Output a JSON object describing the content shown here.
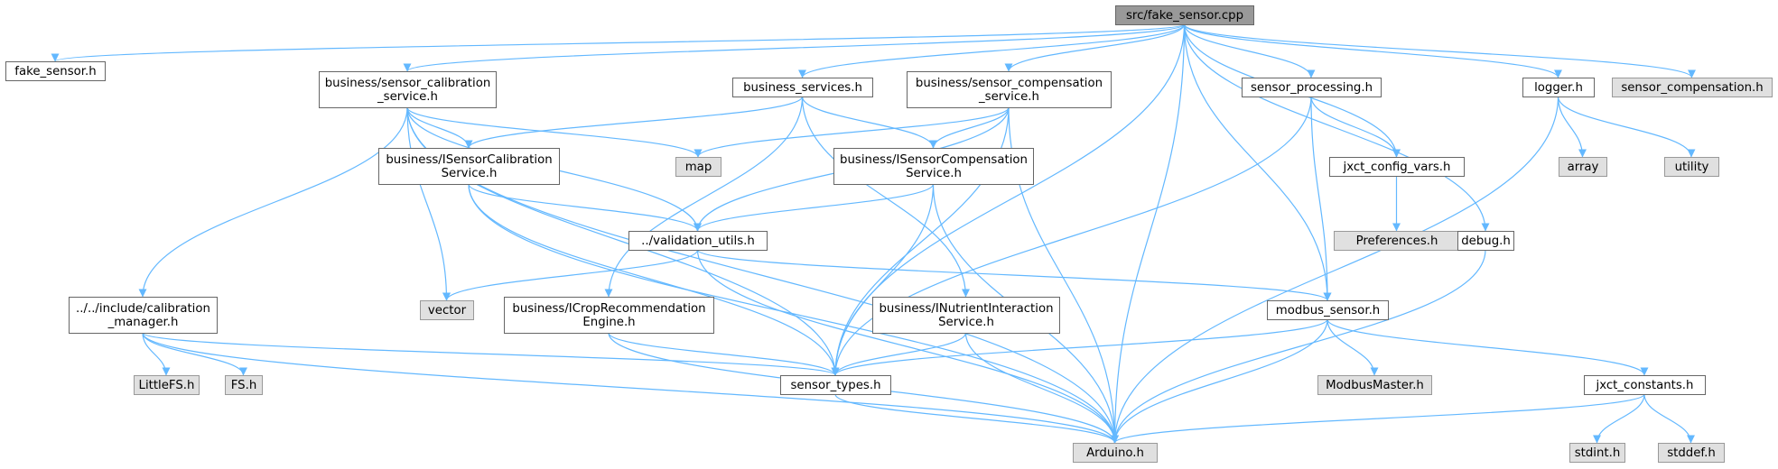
{
  "colors": {
    "edge": "#63b8ff",
    "node_fill": "#ffffff",
    "node_stroke": "#666666",
    "external_fill": "#e0e0e0",
    "external_stroke": "#999999",
    "root_fill": "#999999",
    "root_stroke": "#666666",
    "text": "#000000"
  },
  "nodes": [
    {
      "id": "root",
      "kind": "root",
      "lines": [
        "src/fake_sensor.cpp"
      ]
    },
    {
      "id": "fake_sensor_h",
      "kind": "file",
      "lines": [
        "fake_sensor.h"
      ]
    },
    {
      "id": "sensor_calibration_service",
      "kind": "file",
      "lines": [
        "business/sensor_calibration",
        "_service.h"
      ]
    },
    {
      "id": "business_services",
      "kind": "file",
      "lines": [
        "business_services.h"
      ]
    },
    {
      "id": "sensor_compensation_service",
      "kind": "file",
      "lines": [
        "business/sensor_compensation",
        "_service.h"
      ]
    },
    {
      "id": "sensor_processing",
      "kind": "file",
      "lines": [
        "sensor_processing.h"
      ]
    },
    {
      "id": "logger",
      "kind": "file",
      "lines": [
        "logger.h"
      ]
    },
    {
      "id": "sensor_compensation_h",
      "kind": "external",
      "lines": [
        "sensor_compensation.h"
      ]
    },
    {
      "id": "isensor_calibration",
      "kind": "file",
      "lines": [
        "business/ISensorCalibration",
        "Service.h"
      ]
    },
    {
      "id": "map",
      "kind": "external",
      "lines": [
        "map"
      ]
    },
    {
      "id": "isensor_compensation",
      "kind": "file",
      "lines": [
        "business/ISensorCompensation",
        "Service.h"
      ]
    },
    {
      "id": "jxct_config_vars",
      "kind": "file",
      "lines": [
        "jxct_config_vars.h"
      ]
    },
    {
      "id": "array",
      "kind": "external",
      "lines": [
        "array"
      ]
    },
    {
      "id": "utility",
      "kind": "external",
      "lines": [
        "utility"
      ]
    },
    {
      "id": "validation_utils",
      "kind": "file",
      "lines": [
        "../validation_utils.h"
      ]
    },
    {
      "id": "preferences",
      "kind": "external",
      "lines": [
        "Preferences.h"
      ]
    },
    {
      "id": "debug",
      "kind": "file",
      "lines": [
        "debug.h"
      ]
    },
    {
      "id": "calibration_manager",
      "kind": "file",
      "lines": [
        "../../include/calibration",
        "_manager.h"
      ]
    },
    {
      "id": "vector",
      "kind": "external",
      "lines": [
        "vector"
      ]
    },
    {
      "id": "icrop_engine",
      "kind": "file",
      "lines": [
        "business/ICropRecommendation",
        "Engine.h"
      ]
    },
    {
      "id": "inutrient",
      "kind": "file",
      "lines": [
        "business/INutrientInteraction",
        "Service.h"
      ]
    },
    {
      "id": "modbus_sensor",
      "kind": "file",
      "lines": [
        "modbus_sensor.h"
      ]
    },
    {
      "id": "littlefs",
      "kind": "external",
      "lines": [
        "LittleFS.h"
      ]
    },
    {
      "id": "fs",
      "kind": "external",
      "lines": [
        "FS.h"
      ]
    },
    {
      "id": "sensor_types",
      "kind": "file",
      "lines": [
        "sensor_types.h"
      ]
    },
    {
      "id": "modbusmaster",
      "kind": "external",
      "lines": [
        "ModbusMaster.h"
      ]
    },
    {
      "id": "jxct_constants",
      "kind": "file",
      "lines": [
        "jxct_constants.h"
      ]
    },
    {
      "id": "arduino",
      "kind": "external",
      "lines": [
        "Arduino.h"
      ]
    },
    {
      "id": "stdint",
      "kind": "external",
      "lines": [
        "stdint.h"
      ]
    },
    {
      "id": "stddef",
      "kind": "external",
      "lines": [
        "stddef.h"
      ]
    }
  ],
  "edges": [
    [
      "root",
      "fake_sensor_h"
    ],
    [
      "root",
      "sensor_calibration_service"
    ],
    [
      "root",
      "business_services"
    ],
    [
      "root",
      "sensor_compensation_service"
    ],
    [
      "root",
      "sensor_processing"
    ],
    [
      "root",
      "logger"
    ],
    [
      "root",
      "sensor_compensation_h"
    ],
    [
      "root",
      "jxct_config_vars"
    ],
    [
      "root",
      "debug"
    ],
    [
      "root",
      "modbus_sensor"
    ],
    [
      "root",
      "sensor_types"
    ],
    [
      "root",
      "arduino"
    ],
    [
      "sensor_calibration_service",
      "isensor_calibration"
    ],
    [
      "sensor_calibration_service",
      "map"
    ],
    [
      "sensor_calibration_service",
      "validation_utils"
    ],
    [
      "sensor_calibration_service",
      "vector"
    ],
    [
      "sensor_calibration_service",
      "calibration_manager"
    ],
    [
      "sensor_calibration_service",
      "sensor_types"
    ],
    [
      "sensor_calibration_service",
      "arduino"
    ],
    [
      "business_services",
      "isensor_calibration"
    ],
    [
      "business_services",
      "isensor_compensation"
    ],
    [
      "business_services",
      "icrop_engine"
    ],
    [
      "business_services",
      "inutrient"
    ],
    [
      "sensor_compensation_service",
      "isensor_compensation"
    ],
    [
      "sensor_compensation_service",
      "map"
    ],
    [
      "sensor_compensation_service",
      "validation_utils"
    ],
    [
      "sensor_compensation_service",
      "sensor_types"
    ],
    [
      "sensor_compensation_service",
      "arduino"
    ],
    [
      "sensor_processing",
      "jxct_config_vars"
    ],
    [
      "sensor_processing",
      "modbus_sensor"
    ],
    [
      "sensor_processing",
      "sensor_types"
    ],
    [
      "logger",
      "array"
    ],
    [
      "logger",
      "utility"
    ],
    [
      "logger",
      "arduino"
    ],
    [
      "isensor_calibration",
      "validation_utils"
    ],
    [
      "isensor_calibration",
      "sensor_types"
    ],
    [
      "isensor_calibration",
      "arduino"
    ],
    [
      "isensor_compensation",
      "validation_utils"
    ],
    [
      "isensor_compensation",
      "sensor_types"
    ],
    [
      "isensor_compensation",
      "arduino"
    ],
    [
      "jxct_config_vars",
      "preferences"
    ],
    [
      "validation_utils",
      "vector"
    ],
    [
      "validation_utils",
      "modbus_sensor"
    ],
    [
      "validation_utils",
      "arduino"
    ],
    [
      "debug",
      "arduino"
    ],
    [
      "calibration_manager",
      "littlefs"
    ],
    [
      "calibration_manager",
      "fs"
    ],
    [
      "calibration_manager",
      "sensor_types"
    ],
    [
      "calibration_manager",
      "arduino"
    ],
    [
      "icrop_engine",
      "sensor_types"
    ],
    [
      "icrop_engine",
      "arduino"
    ],
    [
      "inutrient",
      "sensor_types"
    ],
    [
      "inutrient",
      "arduino"
    ],
    [
      "modbus_sensor",
      "sensor_types"
    ],
    [
      "modbus_sensor",
      "modbusmaster"
    ],
    [
      "modbus_sensor",
      "jxct_constants"
    ],
    [
      "modbus_sensor",
      "arduino"
    ],
    [
      "sensor_types",
      "arduino"
    ],
    [
      "jxct_constants",
      "stdint"
    ],
    [
      "jxct_constants",
      "stddef"
    ],
    [
      "jxct_constants",
      "arduino"
    ]
  ]
}
